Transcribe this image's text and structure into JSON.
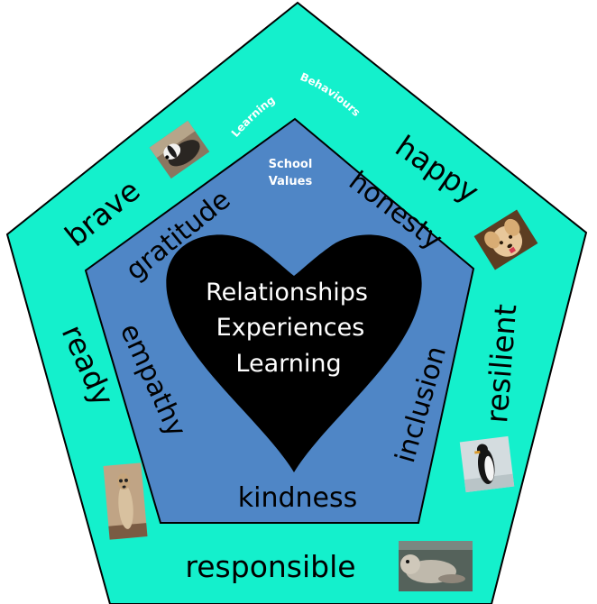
{
  "colors": {
    "outer_fill": "#14f0cc",
    "inner_fill": "#4f86c6",
    "heart_fill": "#000000",
    "outline": "#000000",
    "learning_text": "#ffffff",
    "values_text": "#000000",
    "heart_text": "#ffffff",
    "school_values_text": "#ffffff"
  },
  "outer_ring": {
    "title_word_1": "Learning",
    "title_word_2": "Behaviours",
    "behaviours": {
      "brave": "brave",
      "happy": "happy",
      "resilient": "resilient",
      "responsible": "responsible",
      "ready": "ready"
    },
    "animal_icons": [
      "badger-icon",
      "dog-icon",
      "penguin-icon",
      "otter-icon",
      "meerkat-icon"
    ]
  },
  "inner_ring": {
    "title_line_1": "School",
    "title_line_2": "Values",
    "values": {
      "gratitude": "gratitude",
      "honesty": "honesty",
      "inclusion": "inclusion",
      "kindness": "kindness",
      "empathy": "empathy"
    }
  },
  "heart": {
    "lines": [
      "Relationships",
      "Experiences",
      "Learning"
    ]
  }
}
